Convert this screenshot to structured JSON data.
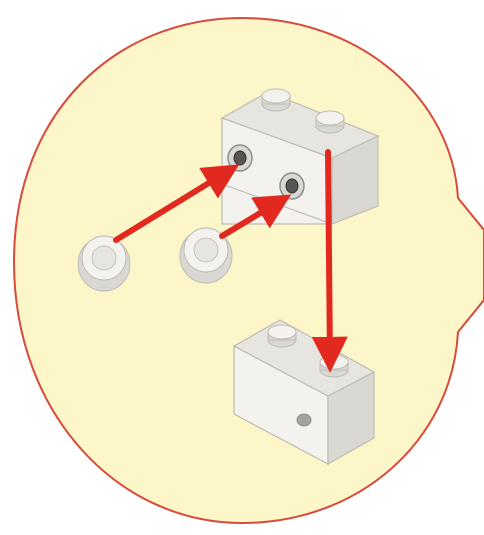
{
  "diagram": {
    "kind": "assembly-instruction-callout",
    "colors": {
      "background": "#ffffff",
      "bubble_fill": "#fdf6c8",
      "bubble_stroke": "#d84a3a",
      "arrow": "#e2291f",
      "piece_fill": "#f3f2ee",
      "piece_face": "#e6e5e0",
      "piece_side": "#d9d8d2",
      "piece_edge": "#bdbcb6"
    },
    "parts": [
      {
        "name": "small-round-stud-1",
        "type": "round-stud"
      },
      {
        "name": "small-round-stud-2",
        "type": "round-stud"
      },
      {
        "name": "brick-with-side-studs",
        "type": "1x2-brick-side-studs"
      },
      {
        "name": "bottom-brick",
        "type": "1x2-brick"
      }
    ],
    "steps": [
      {
        "from": "small-round-stud-1",
        "to": "brick-with-side-studs"
      },
      {
        "from": "small-round-stud-2",
        "to": "brick-with-side-studs"
      },
      {
        "from": "brick-with-side-studs",
        "to": "bottom-brick"
      }
    ]
  }
}
